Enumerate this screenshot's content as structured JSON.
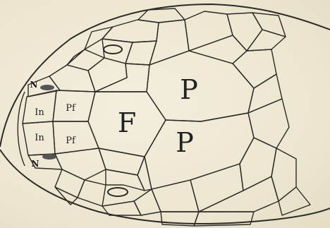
{
  "labels": {
    "parietal_upper": "P",
    "parietal_lower": "P",
    "frontal": "F",
    "prefrontal_upper": "Pf",
    "prefrontal_lower": "Pf",
    "internasal_upper": "In",
    "internasal_lower": "In",
    "nasal_upper": "N",
    "nasal_lower": "N"
  },
  "colors": {
    "ink": "#2b2a26",
    "paper": "#efe9d6"
  }
}
